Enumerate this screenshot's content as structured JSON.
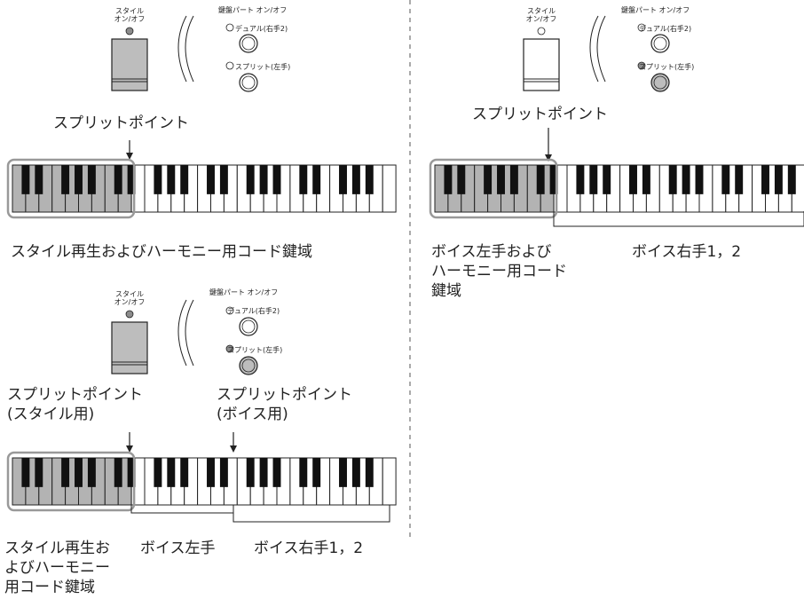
{
  "colors": {
    "split_gray": "#b3b3b3",
    "led_on": "#8c8c8c",
    "outline": "#222222",
    "highlight_box": "#999999"
  },
  "panels": [
    {
      "style_switch_label_1": "スタイル",
      "style_switch_label_2": "オン/オフ",
      "keyboard_part_label": "鍵盤パート オン/オフ",
      "dual_label": "デュアル(右手2)",
      "split_label": "スプリット(左手)",
      "style_on": true,
      "split_on": false,
      "split_point_label": "スプリットポイント",
      "region_label": "スタイル再生およびハーモニー用コード鍵域"
    },
    {
      "style_switch_label_1": "スタイル",
      "style_switch_label_2": "オン/オフ",
      "keyboard_part_label": "鍵盤パート オン/オフ",
      "dual_label": "デュアル(右手2)",
      "split_label": "スプリット(左手)",
      "style_on": true,
      "split_on": true,
      "split_point_style_label_1": "スプリットポイント",
      "split_point_style_label_2": "(スタイル用)",
      "split_point_voice_label_1": "スプリットポイント",
      "split_point_voice_label_2": "(ボイス用)",
      "region_left_label_1": "スタイル再生お",
      "region_left_label_2": "よびハーモニー",
      "region_left_label_3": "用コード鍵域",
      "region_mid_label": "ボイス左手",
      "region_right_label": "ボイス右手1，2"
    },
    {
      "style_switch_label_1": "スタイル",
      "style_switch_label_2": "オン/オフ",
      "keyboard_part_label": "鍵盤パート オン/オフ",
      "dual_label": "デュアル(右手2)",
      "split_label": "スプリット(左手)",
      "style_on": false,
      "split_on": true,
      "split_point_label": "スプリットポイント",
      "region_left_label_1": "ボイス左手および",
      "region_left_label_2": "ハーモニー用コード",
      "region_left_label_3": "鍵域",
      "region_right_label": "ボイス右手1，2"
    }
  ]
}
